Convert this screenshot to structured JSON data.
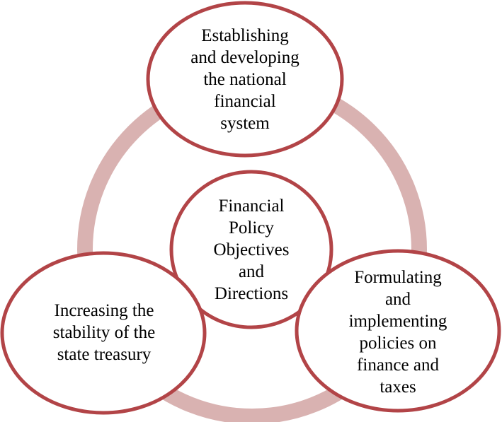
{
  "colors": {
    "ring": "#d9b2b1",
    "ellipse_stroke": "#b24447",
    "ellipse_fill": "#ffffff",
    "text": "#000000"
  },
  "diagram": {
    "center": {
      "text": "Financial\nPolicy\nObjectives\nand\nDirections"
    },
    "top": {
      "text": "Establishing\nand developing\nthe national\nfinancial\nsystem"
    },
    "bottom_left": {
      "text": "Increasing the\nstability of the\nstate treasury"
    },
    "bottom_right": {
      "text": "Formulating\nand\nimplementing\npolicies on\nfinance and\ntaxes"
    }
  }
}
